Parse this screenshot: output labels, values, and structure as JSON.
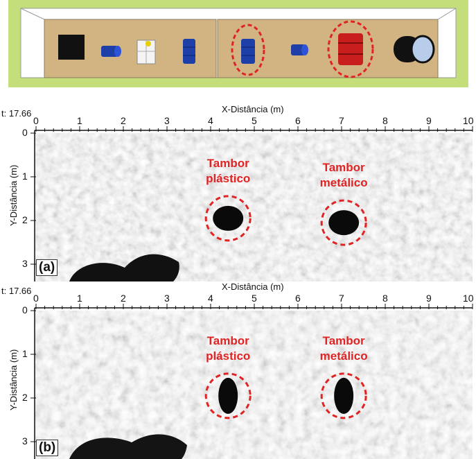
{
  "schematic": {
    "objects": [
      "black-box",
      "blue-small-drum",
      "white-container",
      "blue-drum",
      "blue-drum-highlighted",
      "blue-small-drum-2",
      "red-drum-highlighted",
      "black-cylinder"
    ],
    "colors": {
      "background": "#c4de7c",
      "tank": "#d2b483",
      "highlight": "#e02424"
    }
  },
  "panels": [
    {
      "letter": "(a)",
      "time": "t: 17.66",
      "xlabel": "X-Distância (m)",
      "ylabel": "Y-Distância (m)",
      "xticks": [
        "0",
        "1",
        "2",
        "3",
        "4",
        "5",
        "6",
        "7",
        "8",
        "9",
        "10"
      ],
      "yticks": [
        "0",
        "1",
        "2",
        "3"
      ],
      "targets": [
        {
          "label_line1": "Tambor",
          "label_line2": "plástico",
          "x_m": 4.4,
          "y_m": 1.95
        },
        {
          "label_line1": "Tambor",
          "label_line2": "metálico",
          "x_m": 7.05,
          "y_m": 2.05
        }
      ]
    },
    {
      "letter": "(b)",
      "time": "t: 17.66",
      "xlabel": "X-Distância (m)",
      "ylabel": "Y-Distância (m)",
      "xticks": [
        "0",
        "1",
        "2",
        "3",
        "4",
        "5",
        "6",
        "7",
        "8",
        "9",
        "10"
      ],
      "yticks": [
        "0",
        "1",
        "2",
        "3"
      ],
      "targets": [
        {
          "label_line1": "Tambor",
          "label_line2": "plástico",
          "x_m": 4.4,
          "y_m": 1.95
        },
        {
          "label_line1": "Tambor",
          "label_line2": "metálico",
          "x_m": 7.05,
          "y_m": 1.95
        }
      ]
    }
  ]
}
